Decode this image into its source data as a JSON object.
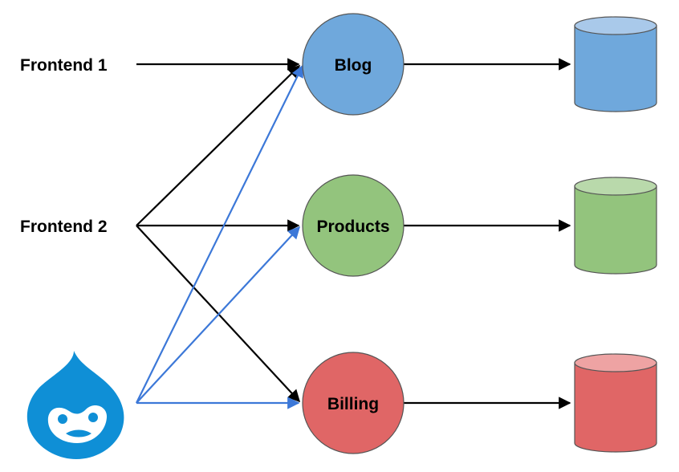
{
  "clients": [
    {
      "id": "frontend1",
      "label": "Frontend 1"
    },
    {
      "id": "frontend2",
      "label": "Frontend 2"
    },
    {
      "id": "drupal",
      "label": "Drupal",
      "icon": "drupal-logo-icon"
    }
  ],
  "services": [
    {
      "id": "blog",
      "label": "Blog",
      "color": "#6fa8dc",
      "db_color": "#6fa8dc",
      "db_top_color": "#a9c9ea"
    },
    {
      "id": "products",
      "label": "Products",
      "color": "#93c47d",
      "db_color": "#93c47d",
      "db_top_color": "#b9d9ab"
    },
    {
      "id": "billing",
      "label": "Billing",
      "color": "#e06666",
      "db_color": "#e06666",
      "db_top_color": "#eea3a3"
    }
  ],
  "edges": [
    {
      "from": "frontend1",
      "to": "blog",
      "color": "#000000"
    },
    {
      "from": "frontend2",
      "to": "blog",
      "color": "#000000"
    },
    {
      "from": "frontend2",
      "to": "products",
      "color": "#000000"
    },
    {
      "from": "frontend2",
      "to": "billing",
      "color": "#000000"
    },
    {
      "from": "drupal",
      "to": "blog",
      "color": "#3c78d8"
    },
    {
      "from": "drupal",
      "to": "products",
      "color": "#3c78d8"
    },
    {
      "from": "drupal",
      "to": "billing",
      "color": "#3c78d8"
    },
    {
      "from": "blog",
      "to": "blog-db",
      "color": "#000000"
    },
    {
      "from": "products",
      "to": "products-db",
      "color": "#000000"
    },
    {
      "from": "billing",
      "to": "billing-db",
      "color": "#000000"
    }
  ],
  "colors": {
    "drupal_blue": "#0f8fd6",
    "stroke": "#555555"
  }
}
